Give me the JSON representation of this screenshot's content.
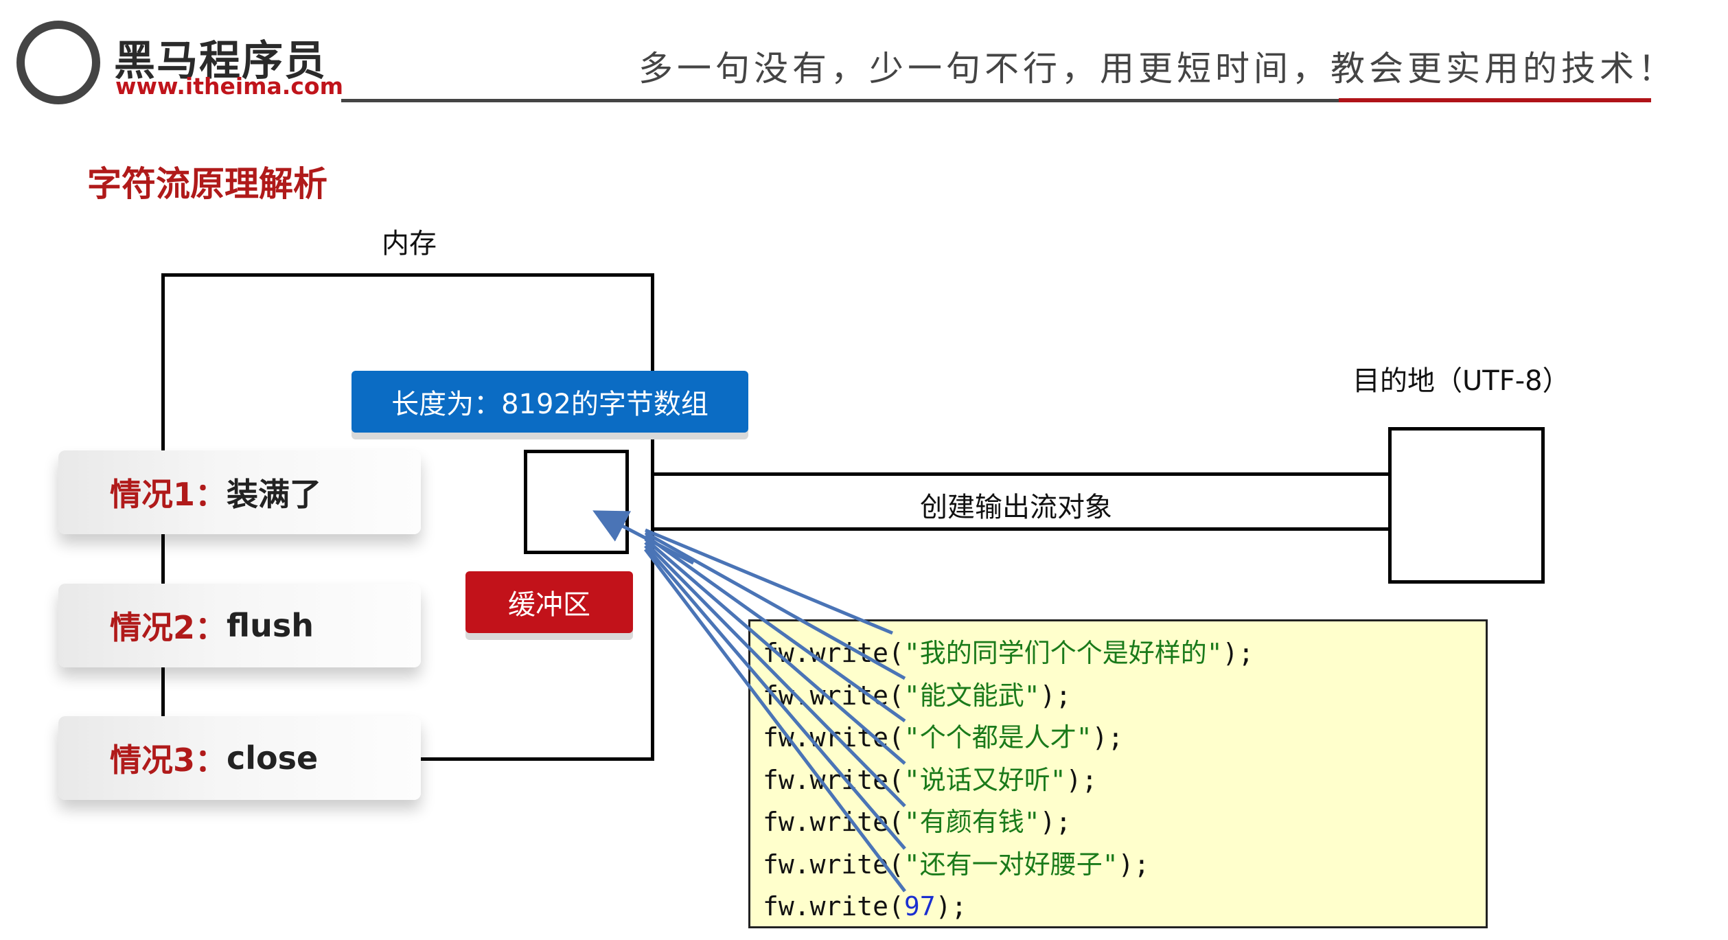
{
  "header": {
    "logo_name": "黑马程序员",
    "logo_url": "www.itheima.com",
    "slogan": "多一句没有，少一句不行，用更短时间，教会更实用的技术！"
  },
  "section_title": "字符流原理解析",
  "diagram": {
    "memory_label": "内存",
    "destination_label": "目的地（UTF-8）",
    "buffer_size_label": "长度为：8192的字节数组",
    "buffer_label": "缓冲区",
    "stream_label": "创建输出流对象"
  },
  "cases": [
    {
      "tag": "情况1：",
      "text": "装满了"
    },
    {
      "tag": "情况2：",
      "text": "flush"
    },
    {
      "tag": "情况3：",
      "text": "close"
    }
  ],
  "code": [
    {
      "prefix": "fw.write(",
      "arg": "\"我的同学们个个是好样的\"",
      "suffix": ");",
      "kind": "string"
    },
    {
      "prefix": "fw.write(",
      "arg": "\"能文能武\"",
      "suffix": ");",
      "kind": "string"
    },
    {
      "prefix": "fw.write(",
      "arg": "\"个个都是人才\"",
      "suffix": ");",
      "kind": "string"
    },
    {
      "prefix": "fw.write(",
      "arg": "\"说话又好听\"",
      "suffix": ");",
      "kind": "string"
    },
    {
      "prefix": "fw.write(",
      "arg": "\"有颜有钱\"",
      "suffix": ");",
      "kind": "string"
    },
    {
      "prefix": "fw.write(",
      "arg": "\"还有一对好腰子\"",
      "suffix": ");",
      "kind": "string"
    },
    {
      "prefix": "fw.write(",
      "arg": "97",
      "suffix": ");",
      "kind": "number"
    }
  ],
  "colors": {
    "brand_red": "#b01a1a",
    "length_label_blue": "#0b6cc4",
    "buffer_red": "#c2121a",
    "arrow_blue": "#4a74b6",
    "code_bg": "#ffffcc"
  }
}
